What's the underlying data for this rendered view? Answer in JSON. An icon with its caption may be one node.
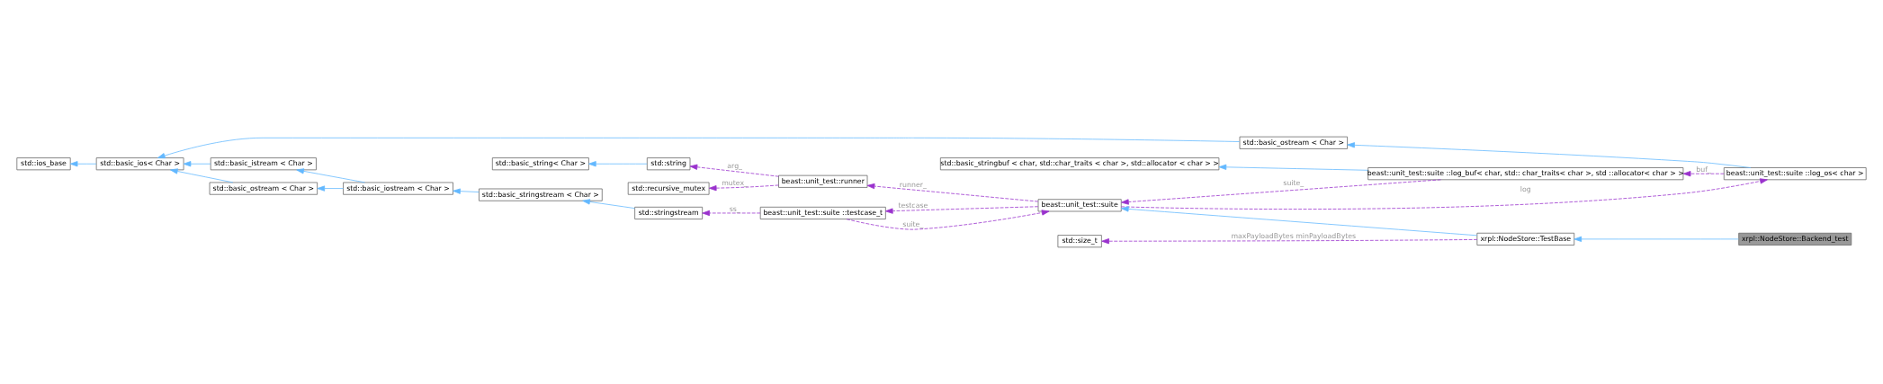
{
  "diagram": {
    "nodes": [
      {
        "text": [
          "std::ios_base"
        ]
      },
      {
        "text": [
          "std::basic_ios< Char >"
        ]
      },
      {
        "text": [
          "std::basic_ostream < Char >"
        ]
      },
      {
        "text": [
          "std::basic_string< Char >"
        ]
      },
      {
        "text": [
          "std::basic_ostream < Char >"
        ]
      },
      {
        "text": [
          "std::basic_istream < Char >"
        ]
      },
      {
        "text": [
          "std::string"
        ]
      },
      {
        "text": [
          "std::recursive_mutex"
        ]
      },
      {
        "text": [
          "std::basic_iostream < Char >"
        ]
      },
      {
        "text": [
          "std::basic_stringbuf < char, std::char_traits < char >, std::allocator < char > >"
        ]
      },
      {
        "text": [
          "beast::unit_test::runner"
        ]
      },
      {
        "text": [
          "std::basic_stringstream < Char >"
        ]
      },
      {
        "text": [
          "std::size_t"
        ]
      },
      {
        "text": [
          "beast::unit_test::suite ::log_buf< char, std:: char_traits< char >, std ::allocator< char > >"
        ]
      },
      {
        "text": [
          "beast::unit_test::suite"
        ]
      },
      {
        "text": [
          "std::stringstream"
        ]
      },
      {
        "text": [
          "beast::unit_test::suite ::log_os< char >"
        ]
      },
      {
        "text": [
          "beast::unit_test::suite ::testcase_t"
        ]
      },
      {
        "text": [
          "xrpl::NodeStore::TestBase"
        ]
      },
      {
        "text": [
          "xrpl::NodeStore::Backend_test"
        ]
      }
    ],
    "edges": [
      {
        "from": 1,
        "to": 0,
        "arrow": "to"
      },
      {
        "from": 2,
        "to": 1,
        "arrow": "to"
      },
      {
        "from": 4,
        "to": 1,
        "arrow": "to"
      },
      {
        "from": 5,
        "to": 1,
        "arrow": "to"
      },
      {
        "from": 6,
        "to": 3,
        "arrow": "to"
      },
      {
        "from": 8,
        "to": 4,
        "arrow": "to"
      },
      {
        "from": 8,
        "to": 5,
        "arrow": "to"
      },
      {
        "from": 11,
        "to": 8,
        "arrow": "to"
      },
      {
        "from": 15,
        "to": 11,
        "arrow": "to"
      },
      {
        "from": 13,
        "to": 9,
        "arrow": "to"
      },
      {
        "from": 16,
        "to": 2,
        "arrow": "to"
      },
      {
        "from": 18,
        "to": 14,
        "arrow": "to"
      },
      {
        "from": 19,
        "to": 18,
        "arrow": "to"
      },
      {
        "from": 10,
        "to": 6,
        "arrow": "to",
        "label": "arg_",
        "style": "dashed",
        "color": "#9a32cd"
      },
      {
        "from": 10,
        "to": 7,
        "arrow": "to",
        "label": "mutex_",
        "style": "dashed",
        "color": "#9a32cd"
      },
      {
        "from": 14,
        "to": 10,
        "arrow": "to",
        "label": "runner_",
        "style": "dashed",
        "color": "#9a32cd"
      },
      {
        "from": 13,
        "to": 14,
        "arrow": "to",
        "label": "suite_",
        "style": "dashed",
        "color": "#9a32cd"
      },
      {
        "from": 16,
        "to": 13,
        "arrow": "to",
        "label": "buf_",
        "style": "dashed",
        "color": "#9a32cd"
      },
      {
        "from": 14,
        "to": 16,
        "arrow": "to",
        "label": "log",
        "style": "dashed",
        "color": "#9a32cd"
      },
      {
        "from": 17,
        "to": 14,
        "arrow": "to",
        "label": "suite_",
        "style": "dashed",
        "color": "#9a32cd"
      },
      {
        "from": 14,
        "to": 17,
        "arrow": "to",
        "label": "testcase",
        "style": "dashed",
        "color": "#9a32cd"
      },
      {
        "from": 17,
        "to": 15,
        "arrow": "to",
        "label": "ss_",
        "style": "dashed",
        "color": "#9a32cd"
      },
      {
        "from": 18,
        "to": 12,
        "arrow": "to",
        "label": "maxPayloadBytes minPayloadBytes",
        "style": "dashed",
        "color": "#9a32cd"
      }
    ]
  }
}
